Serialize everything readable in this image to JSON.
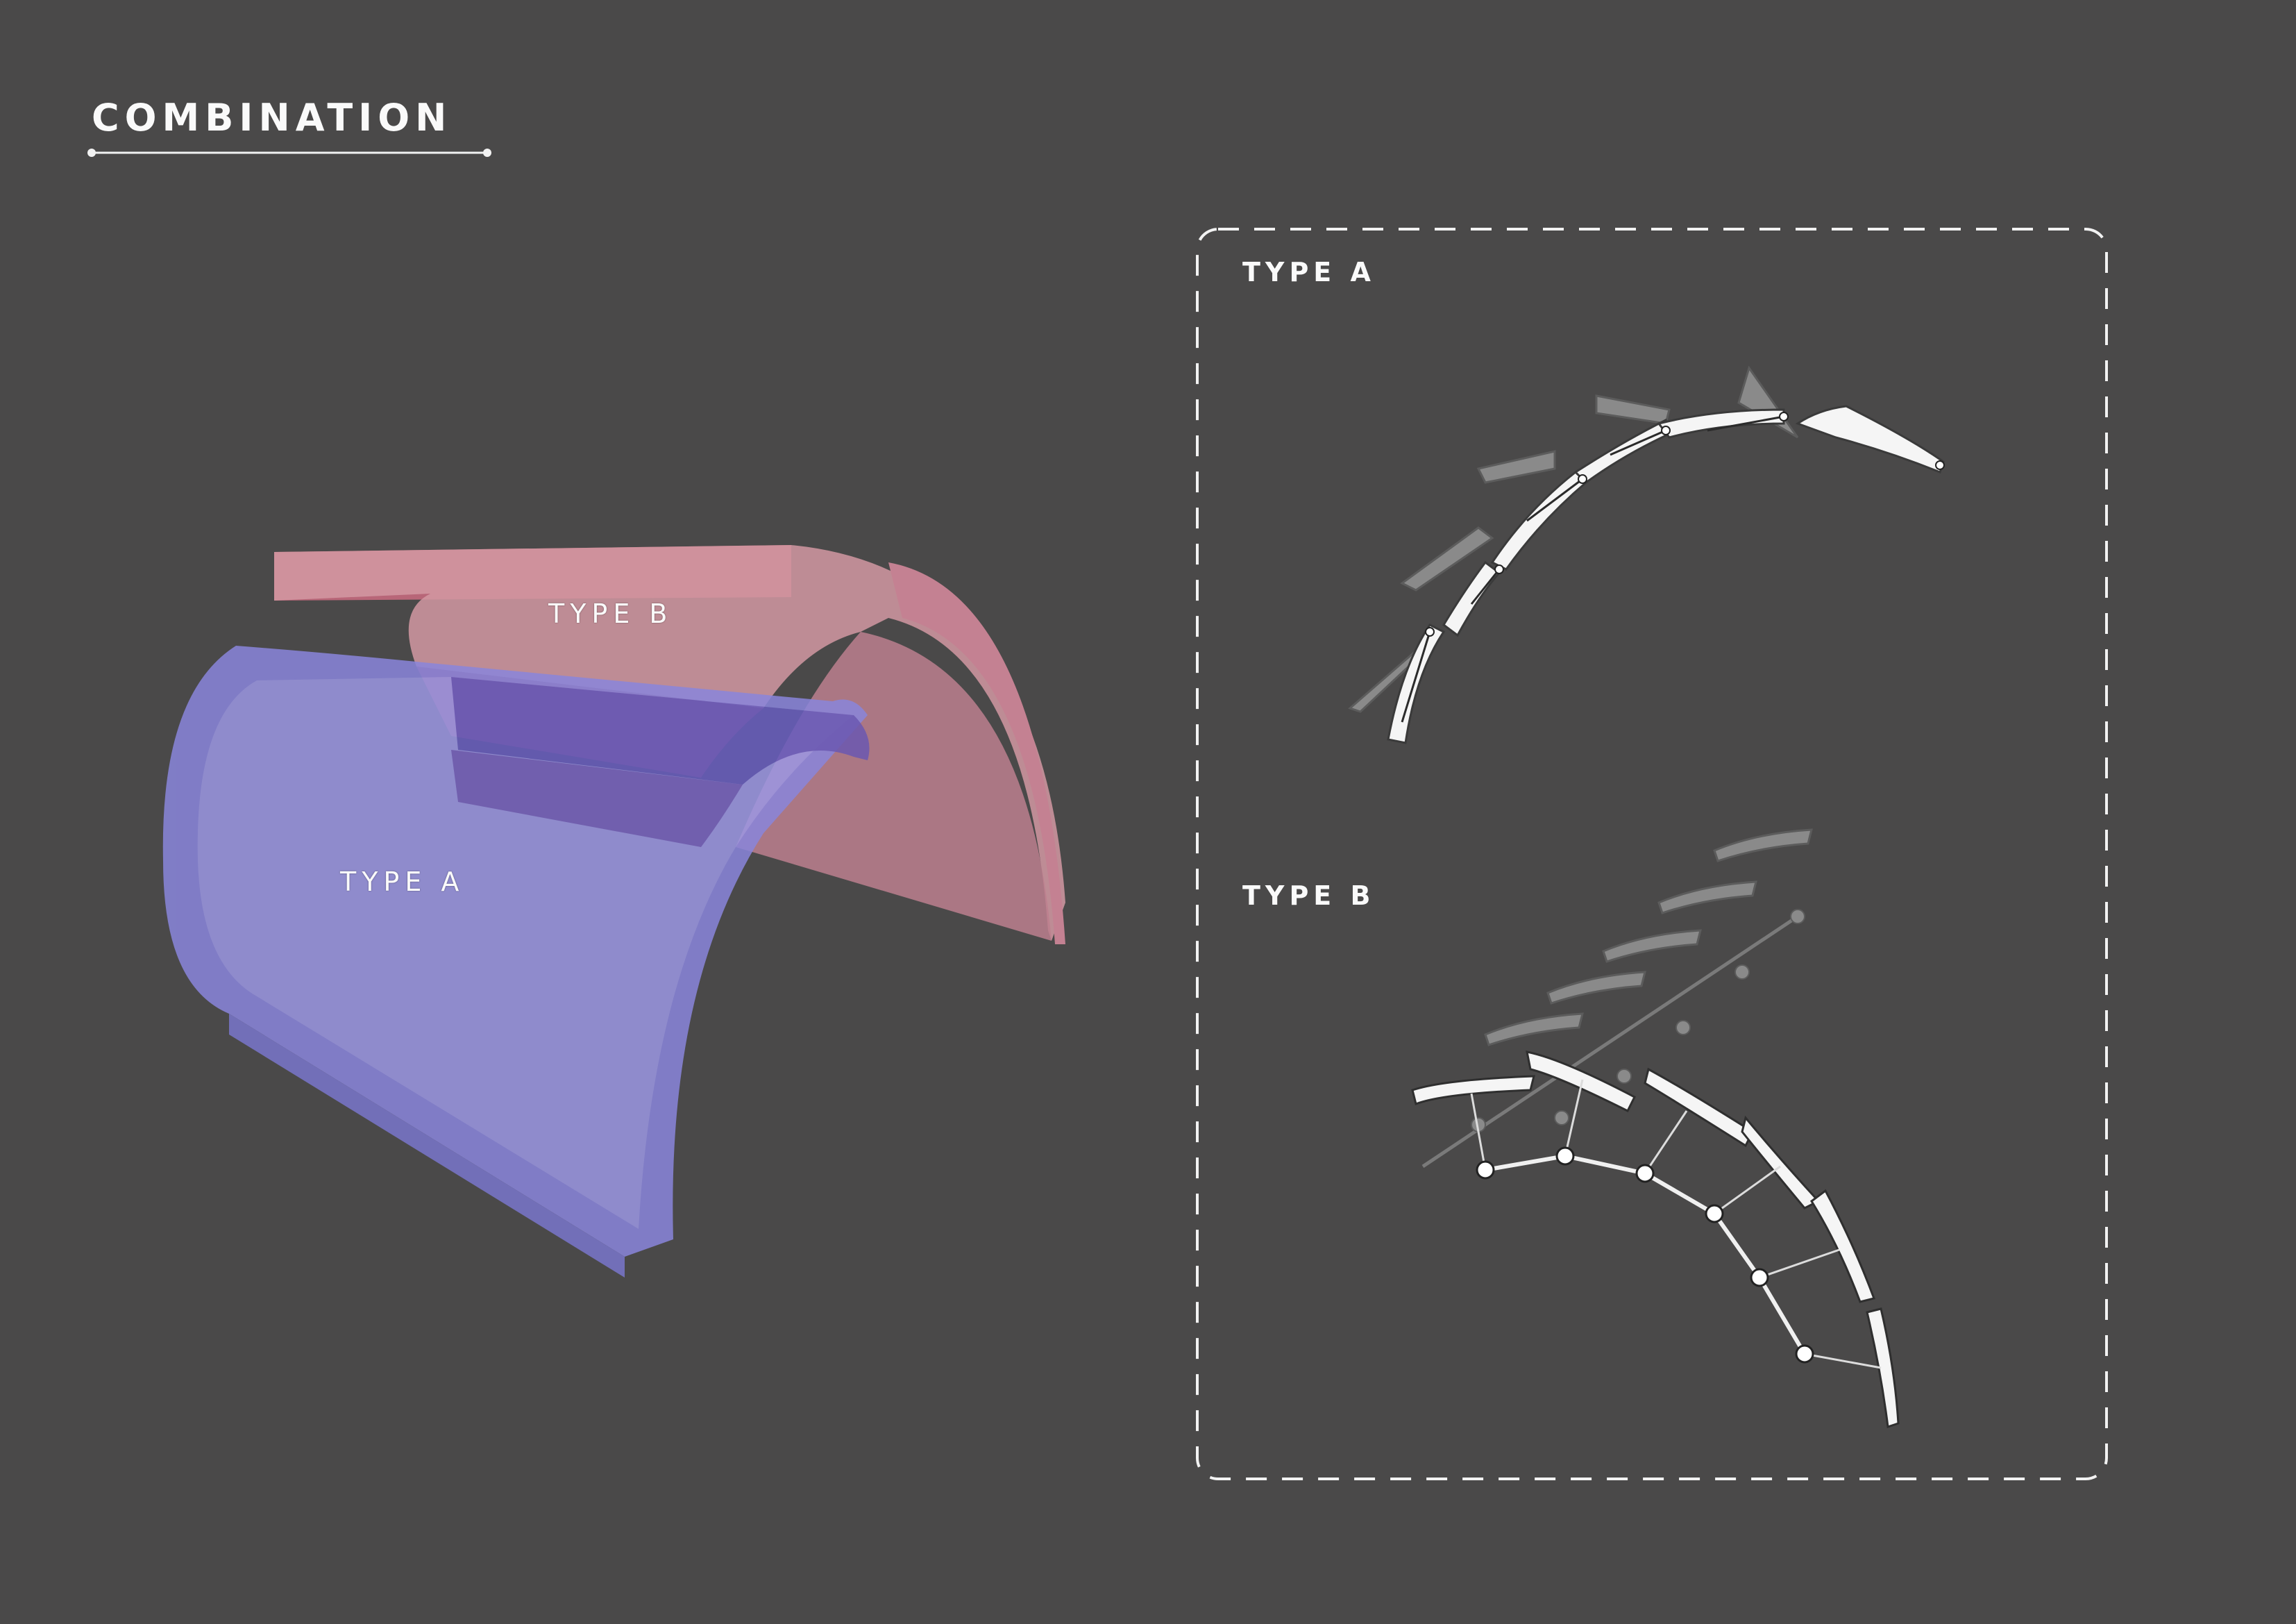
{
  "heading": "COMBINATION",
  "model": {
    "label_a": "TYPE A",
    "label_b": "TYPE B",
    "color_a": "#8f8ce0",
    "color_b": "#e8a0ad"
  },
  "panel": {
    "label_a": "TYPE A",
    "label_b": "TYPE B"
  }
}
